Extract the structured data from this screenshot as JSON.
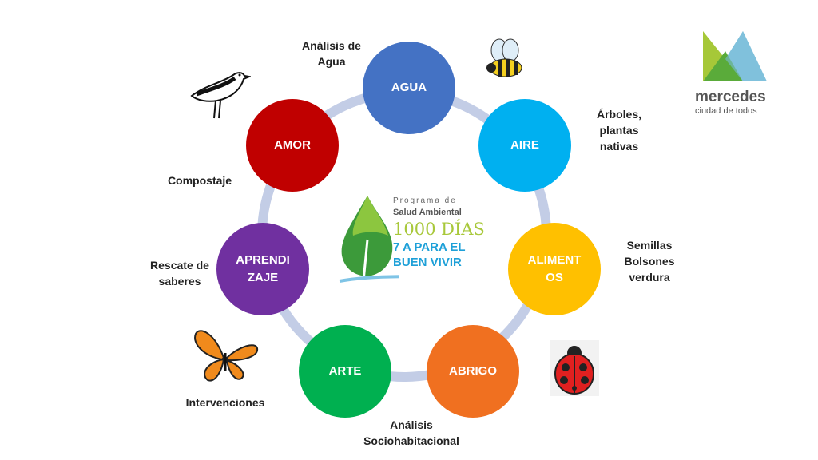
{
  "nodes": [
    {
      "id": "agua",
      "label": "AGUA",
      "color": "#4472c4"
    },
    {
      "id": "aire",
      "label": "AIRE",
      "color": "#00b0f0"
    },
    {
      "id": "alimentos",
      "label": "ALIMENT OS",
      "color": "#ffc000"
    },
    {
      "id": "abrigo",
      "label": "ABRIGO",
      "color": "#f07020"
    },
    {
      "id": "arte",
      "label": "ARTE",
      "color": "#00b050"
    },
    {
      "id": "aprendizaje",
      "label": "APRENDI ZAJE",
      "color": "#7030a0"
    },
    {
      "id": "amor",
      "label": "AMOR",
      "color": "#c00000"
    }
  ],
  "annotations": {
    "agua_1": "Análisis de",
    "agua_2": "Agua",
    "aire_1": "Árboles,",
    "aire_2": "plantas",
    "aire_3": "nativas",
    "alimentos_1": "Semillas",
    "alimentos_2": "Bolsones",
    "alimentos_3": "verdura",
    "abrigo_1": "Análisis",
    "abrigo_2": "Sociohabitacional",
    "arte": "Intervenciones",
    "aprendizaje_1": "Rescate de",
    "aprendizaje_2": "saberes",
    "amor": "Compostaje"
  },
  "center_logo": {
    "line1": "Programa de",
    "line2": "Salud Ambiental",
    "line3": "1000 DÍAS",
    "line4": "7 A PARA EL",
    "line5": "BUEN VIVIR"
  },
  "brand_logo": {
    "name": "mercedes",
    "tagline": "ciudad de todos"
  }
}
